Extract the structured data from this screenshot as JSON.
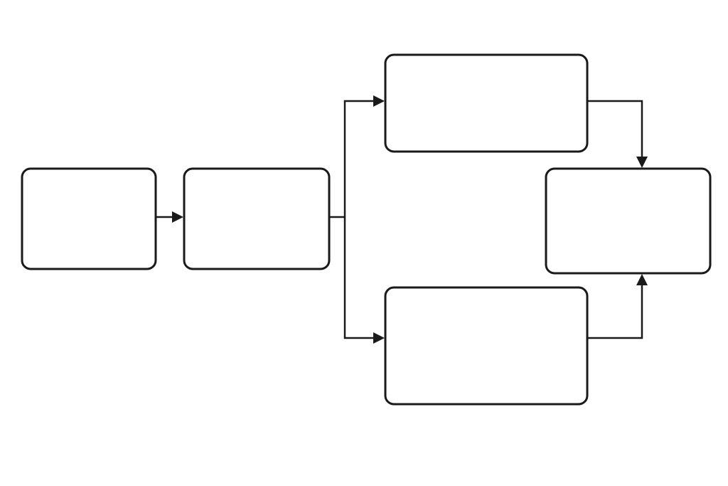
{
  "diagram": {
    "type": "flowchart",
    "colors": {
      "stroke": "#1a1a1a",
      "node_fill": "#ffffff",
      "background": "#ffffff"
    },
    "nodes": [
      {
        "id": "box-1",
        "label": ""
      },
      {
        "id": "box-2",
        "label": ""
      },
      {
        "id": "box-3-top",
        "label": ""
      },
      {
        "id": "box-4-bottom",
        "label": ""
      },
      {
        "id": "box-5-right",
        "label": ""
      }
    ],
    "edges": [
      {
        "from": "box-1",
        "to": "box-2"
      },
      {
        "from": "box-2",
        "to": "box-3-top"
      },
      {
        "from": "box-2",
        "to": "box-4-bottom"
      },
      {
        "from": "box-3-top",
        "to": "box-5-right"
      },
      {
        "from": "box-4-bottom",
        "to": "box-5-right"
      }
    ]
  }
}
